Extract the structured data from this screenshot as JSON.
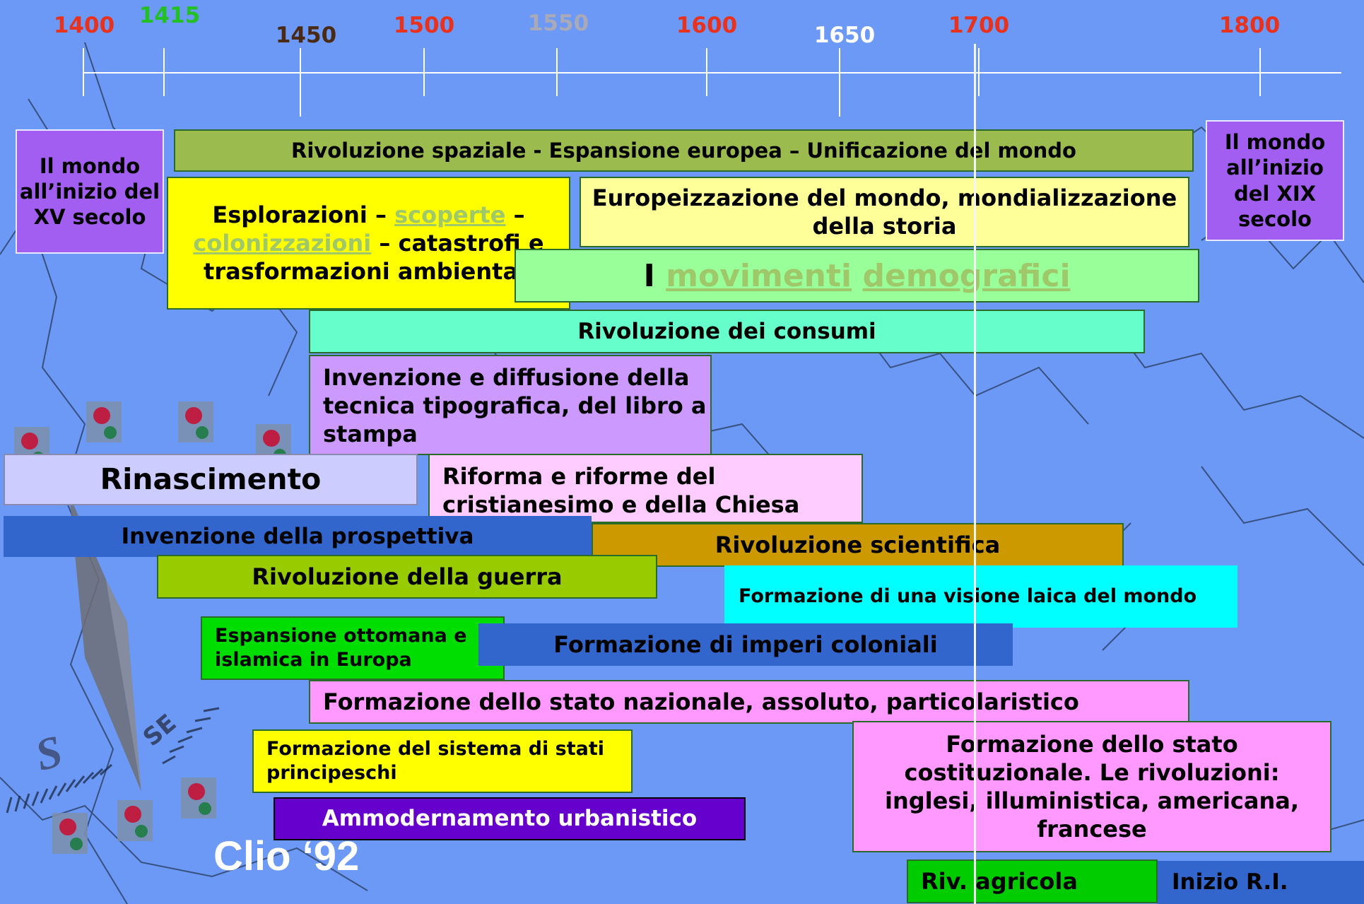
{
  "timeline": {
    "years": [
      {
        "label": "1400",
        "color": "#e8321e"
      },
      {
        "label": "1415",
        "color": "#22c022"
      },
      {
        "label": "1450",
        "color": "#4a2a14"
      },
      {
        "label": "1500",
        "color": "#e8321e"
      },
      {
        "label": "1550",
        "color": "#a9a9b8"
      },
      {
        "label": "1600",
        "color": "#e8321e"
      },
      {
        "label": "1650",
        "color": "#ffffff"
      },
      {
        "label": "1700",
        "color": "#e8321e"
      },
      {
        "label": "1800",
        "color": "#e8321e"
      }
    ]
  },
  "boxes": {
    "mondo_xv": "Il mondo all’inizio del XV secolo",
    "mondo_xix": "Il mondo all’inizio del XIX secolo",
    "rivoluzione_spaziale": "Rivoluzione spaziale - Espansione europea – Unificazione del mondo",
    "esplorazioni": {
      "part1": "Esplorazioni – ",
      "link1": "scoperte",
      "part2": " – ",
      "link2": "colonizzazioni",
      "part3": " – catastrofi e trasformazioni ambientali"
    },
    "europeizzazione": "Europeizzazione del mondo, mondializzazione della storia",
    "movimenti": {
      "prefix": "I ",
      "link1": "movimenti",
      "link2": "demografici"
    },
    "consumi": "Rivoluzione dei consumi",
    "tipografica": "Invenzione e diffusione della tecnica tipografica, del libro a stampa",
    "rinascimento": "Rinascimento",
    "riforma": "Riforma e riforme del cristianesimo e della Chiesa",
    "prospettiva": "Invenzione della prospettiva",
    "scientifica": "Rivoluzione scientifica",
    "guerra": "Rivoluzione della guerra",
    "laica": "Formazione di una visione laica del mondo",
    "ottomana": "Espansione ottomana e islamica in Europa",
    "imperi": "Formazione di imperi coloniali",
    "stato_nazionale": "Formazione dello stato nazionale, assoluto, particolaristico",
    "principeschi": "Formazione del sistema di stati principeschi",
    "costituzionale": "Formazione dello stato costituzionale. Le rivoluzioni: inglesi, illuministica, americana, francese",
    "urbanistico": "Ammodernamento urbanistico",
    "agricola": "Riv. agricola",
    "inizio_ri": "Inizio R.I."
  },
  "watermark": "Clio ‘92"
}
